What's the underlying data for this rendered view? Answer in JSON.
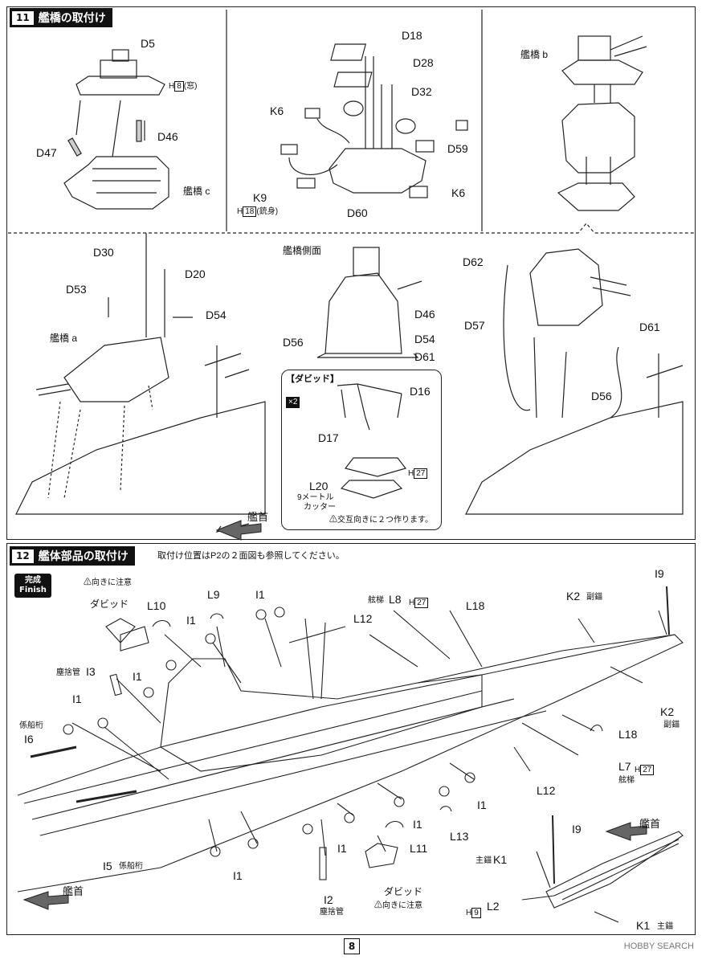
{
  "step11": {
    "number": "11",
    "title": "艦橋の取付け",
    "panel1": {
      "d5": "D5",
      "h8_prefix": "H",
      "h8_num": "8",
      "h8_note": "(窓)",
      "d46": "D46",
      "d47": "D47",
      "bridge_c": "艦橋 c"
    },
    "panel2": {
      "d18": "D18",
      "d28": "D28",
      "d32": "D32",
      "k6a": "K6",
      "d59": "D59",
      "k9": "K9",
      "h18_prefix": "H",
      "h18_num": "18",
      "h18_note": "(銃身)",
      "d60": "D60",
      "k6b": "K6"
    },
    "panel3": {
      "bridge_b": "艦橋 b"
    },
    "panel4": {
      "d30": "D30",
      "d20": "D20",
      "d53": "D53",
      "d54": "D54",
      "bridge_a": "艦橋 a",
      "bow": "艦首"
    },
    "side": {
      "title": "艦橋側面",
      "d46": "D46",
      "d56": "D56",
      "d54": "D54",
      "d61": "D61"
    },
    "davit": {
      "title": "【ダビッド】",
      "x2": "×2",
      "d16": "D16",
      "d17": "D17",
      "h27_prefix": "H",
      "h27_num": "27",
      "l20": "L20",
      "l20_desc1": "9メートル",
      "l20_desc2": "カッター",
      "warn": "交互向きに２つ作ります。"
    },
    "panel5": {
      "d62": "D62",
      "d57": "D57",
      "d61": "D61",
      "d56": "D56"
    }
  },
  "step12": {
    "number": "12",
    "title": "艦体部品の取付け",
    "note": "取付け位置はP2の２面図も参照してください。",
    "finish_line1": "完成",
    "finish_line2": "Finish",
    "labels": {
      "davit_warn": "向きに注意",
      "davit": "ダビッド",
      "l10": "L10",
      "l9": "L9",
      "i1": "I1",
      "ladder": "舷梯",
      "l8": "L8",
      "h27": "27",
      "l18": "L18",
      "i9": "I9",
      "k2": "K2",
      "k2_note": "副錨",
      "dust": "塵捨管",
      "i3": "I3",
      "l12": "L12",
      "boom": "係船桁",
      "i6": "I6",
      "l7": "L7",
      "l13": "L13",
      "l11": "L11",
      "i5": "I5",
      "i2": "I2",
      "dust2": "塵捨管",
      "davit2": "ダビッド",
      "davit_warn2": "向きに注意",
      "bow": "艦首",
      "bow2": "艦首",
      "main_anchor": "主錨",
      "k1": "K1",
      "h9": "9",
      "l2": "L2",
      "main_anchor2": "主錨",
      "h": "H"
    }
  },
  "page": "8",
  "watermark": "HOBBY SEARCH"
}
